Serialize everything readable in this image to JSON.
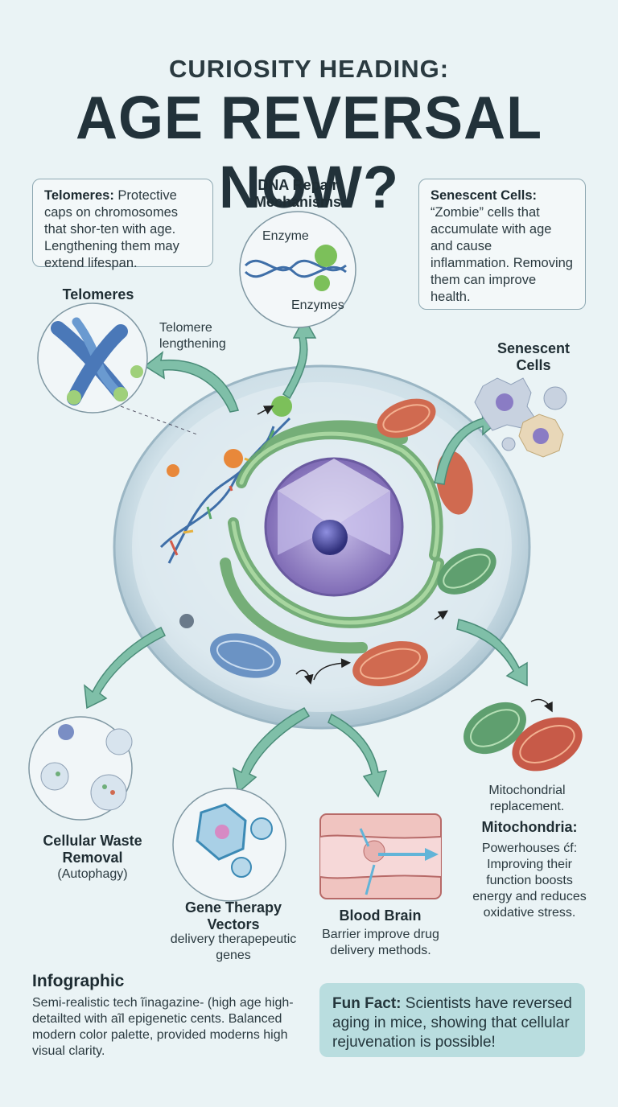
{
  "header": {
    "kicker": "CURIOSITY HEADING:",
    "title": "AGE REVERSAL NOW?"
  },
  "telomeres_box": {
    "term": "Telomeres:",
    "text": "Protective caps on chromosomes that shor-ten with age. Lengthening them may extend lifespan."
  },
  "dna_repair": {
    "title": "DNA Repair Mechanisms",
    "enzyme_top": "Enzyme",
    "enzyme_bottom": "Enzymes"
  },
  "senescent_box": {
    "term": "Senescent Cells:",
    "text": "“Zombie” cells that accumulate with age and cause inflammation. Removing them can improve health."
  },
  "telomeres_panel": {
    "title": "Telomeres",
    "caption": "Telomere lengthening"
  },
  "senescent_panel": {
    "title": "Senescent Cells"
  },
  "autophagy_panel": {
    "title": "Cellular Waste Removal",
    "sub": "(Autophagy)"
  },
  "gene_panel": {
    "title": "Gene Therapy Vectors",
    "sub": "delivery therapepeutic genes"
  },
  "bbb_panel": {
    "title": "Blood Brain",
    "sub": "Barrier improve drug delivery methods."
  },
  "mito_panel": {
    "caption": "Mitochondrial replacement.",
    "term": "Mitochondria:",
    "text": "Powerhouses ćf: Improving their function boosts energy and reduces oxidative stress."
  },
  "footer_info": {
    "title": "Infographic",
    "text": "Semi-realistic tech ĩinagazine- (high age high-detailted with aĩl epigenetic cents. Balanced modern color palette, provided moderns high visual clarity."
  },
  "fun_fact": {
    "term": "Fun Fact:",
    "text": "Scientists have reversed aging in mice, showing that cellular rejuvenation is possible!"
  },
  "colors": {
    "background": "#eaf3f5",
    "arrow": "#7fbfa8",
    "cell_membrane": "#c9dde6",
    "er_green": "#8cc48c",
    "nucleus_purple": "#9a88c8",
    "mito_red": "#d06a50",
    "mito_green": "#6fae7a",
    "fun_fact_bg": "#b9dddf"
  }
}
